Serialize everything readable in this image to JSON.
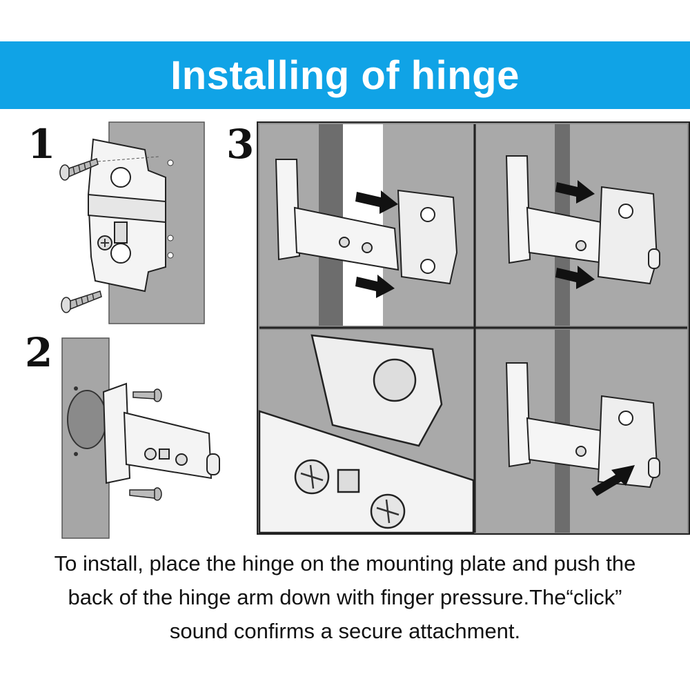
{
  "colors": {
    "banner": "#10a3e6",
    "wall_gray": "#a7a7a7",
    "frame_gray": "#8d8d8d",
    "ink": "#111111"
  },
  "header": {
    "title": "Installing of hinge"
  },
  "steps": [
    {
      "number": "1"
    },
    {
      "number": "2"
    },
    {
      "number": "3"
    }
  ],
  "caption": {
    "lines": [
      "To install, place the hinge on the mounting plate and push the",
      "back of the hinge arm down with finger pressure.The“click”",
      "sound confirms a secure attachment."
    ]
  }
}
